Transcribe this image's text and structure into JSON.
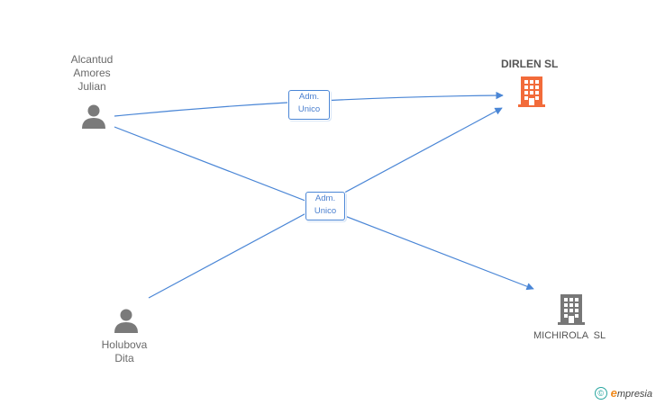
{
  "persons": [
    {
      "id": "alcantud",
      "label": "Alcantud\nAmores\nJulian"
    },
    {
      "id": "holubova",
      "label": "Holubova\nDita"
    }
  ],
  "companies": [
    {
      "id": "dirlen",
      "label": "DIRLEN SL",
      "color": "#f26b3a"
    },
    {
      "id": "michirola",
      "label": "MICHIROLA  SL",
      "color": "#777777"
    }
  ],
  "edge_labels": [
    {
      "id": "adm-1",
      "label": "Adm.\nUnico"
    },
    {
      "id": "adm-2",
      "label": "Adm.\nUnico"
    }
  ],
  "colors": {
    "edge": "#4a86d6",
    "person_icon": "#7a7a7a"
  },
  "footer": {
    "copyright_symbol": "©",
    "brand_initial": "e",
    "brand_rest": "mpresia"
  }
}
